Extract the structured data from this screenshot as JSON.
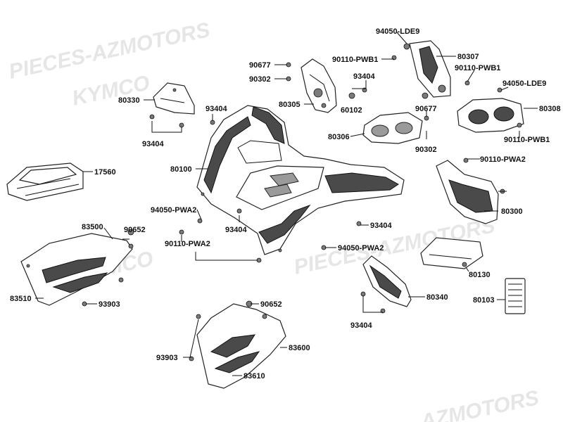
{
  "watermarks": {
    "w1": "PIECES-AZMOTORS",
    "w2": "KYMCO",
    "w3": "PIECES-AZMOTORS",
    "w4": "KYMCO",
    "w5": "AZMOTORS"
  },
  "labels": {
    "l90677a": "90677",
    "l90302a": "90302",
    "l80305": "80305",
    "l80330": "80330",
    "l93404a": "93404",
    "l93404b": "93404",
    "l94050lde9a": "94050-LDE9",
    "l80307": "80307",
    "l90110pwb1a": "90110-PWB1",
    "l93404c": "93404",
    "l60102": "60102",
    "l90110pwb1b": "90110-PWB1",
    "l94050lde9b": "94050-LDE9",
    "l80308": "80308",
    "l90677b": "90677",
    "l80306": "80306",
    "l90302b": "90302",
    "l90110pwb1c": "90110-PWB1",
    "l80100": "80100",
    "l17560": "17560",
    "l90110pwa2a": "90110-PWA2",
    "l80300": "80300",
    "l94050pwa2a": "94050-PWA2",
    "l93404d": "93404",
    "l93404e": "93404",
    "l83500": "83500",
    "l90652a": "90652",
    "l90110pwa2b": "90110-PWA2",
    "l94050pwa2b": "94050-PWA2",
    "l80130": "80130",
    "l83510": "83510",
    "l93903a": "93903",
    "l80103": "80103",
    "l80340": "80340",
    "l93404f": "93404",
    "l90652b": "90652",
    "l83600": "83600",
    "l93903b": "93903",
    "l83610": "83610"
  },
  "colors": {
    "background": "#ffffff",
    "ink": "#111111",
    "watermark": "#e6e6e6"
  }
}
